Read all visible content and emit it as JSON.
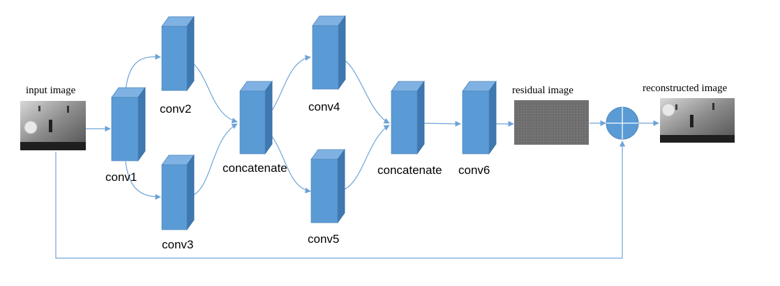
{
  "labels": {
    "input_image": "input image",
    "residual_image": "residual image",
    "reconstructed_image": "reconstructed image",
    "conv1": "conv1",
    "conv2": "conv2",
    "conv3": "conv3",
    "conv4": "conv4",
    "conv5": "conv5",
    "conv6": "conv6",
    "concatenate_1": "concatenate",
    "concatenate_2": "concatenate"
  },
  "colors": {
    "block_front": "#5b9bd5",
    "block_side": "#3f78b0",
    "arrow": "#6ea3d6",
    "residual_gray": "#6e6e6e"
  },
  "icons": {
    "sum_node": "circle-plus-icon"
  }
}
